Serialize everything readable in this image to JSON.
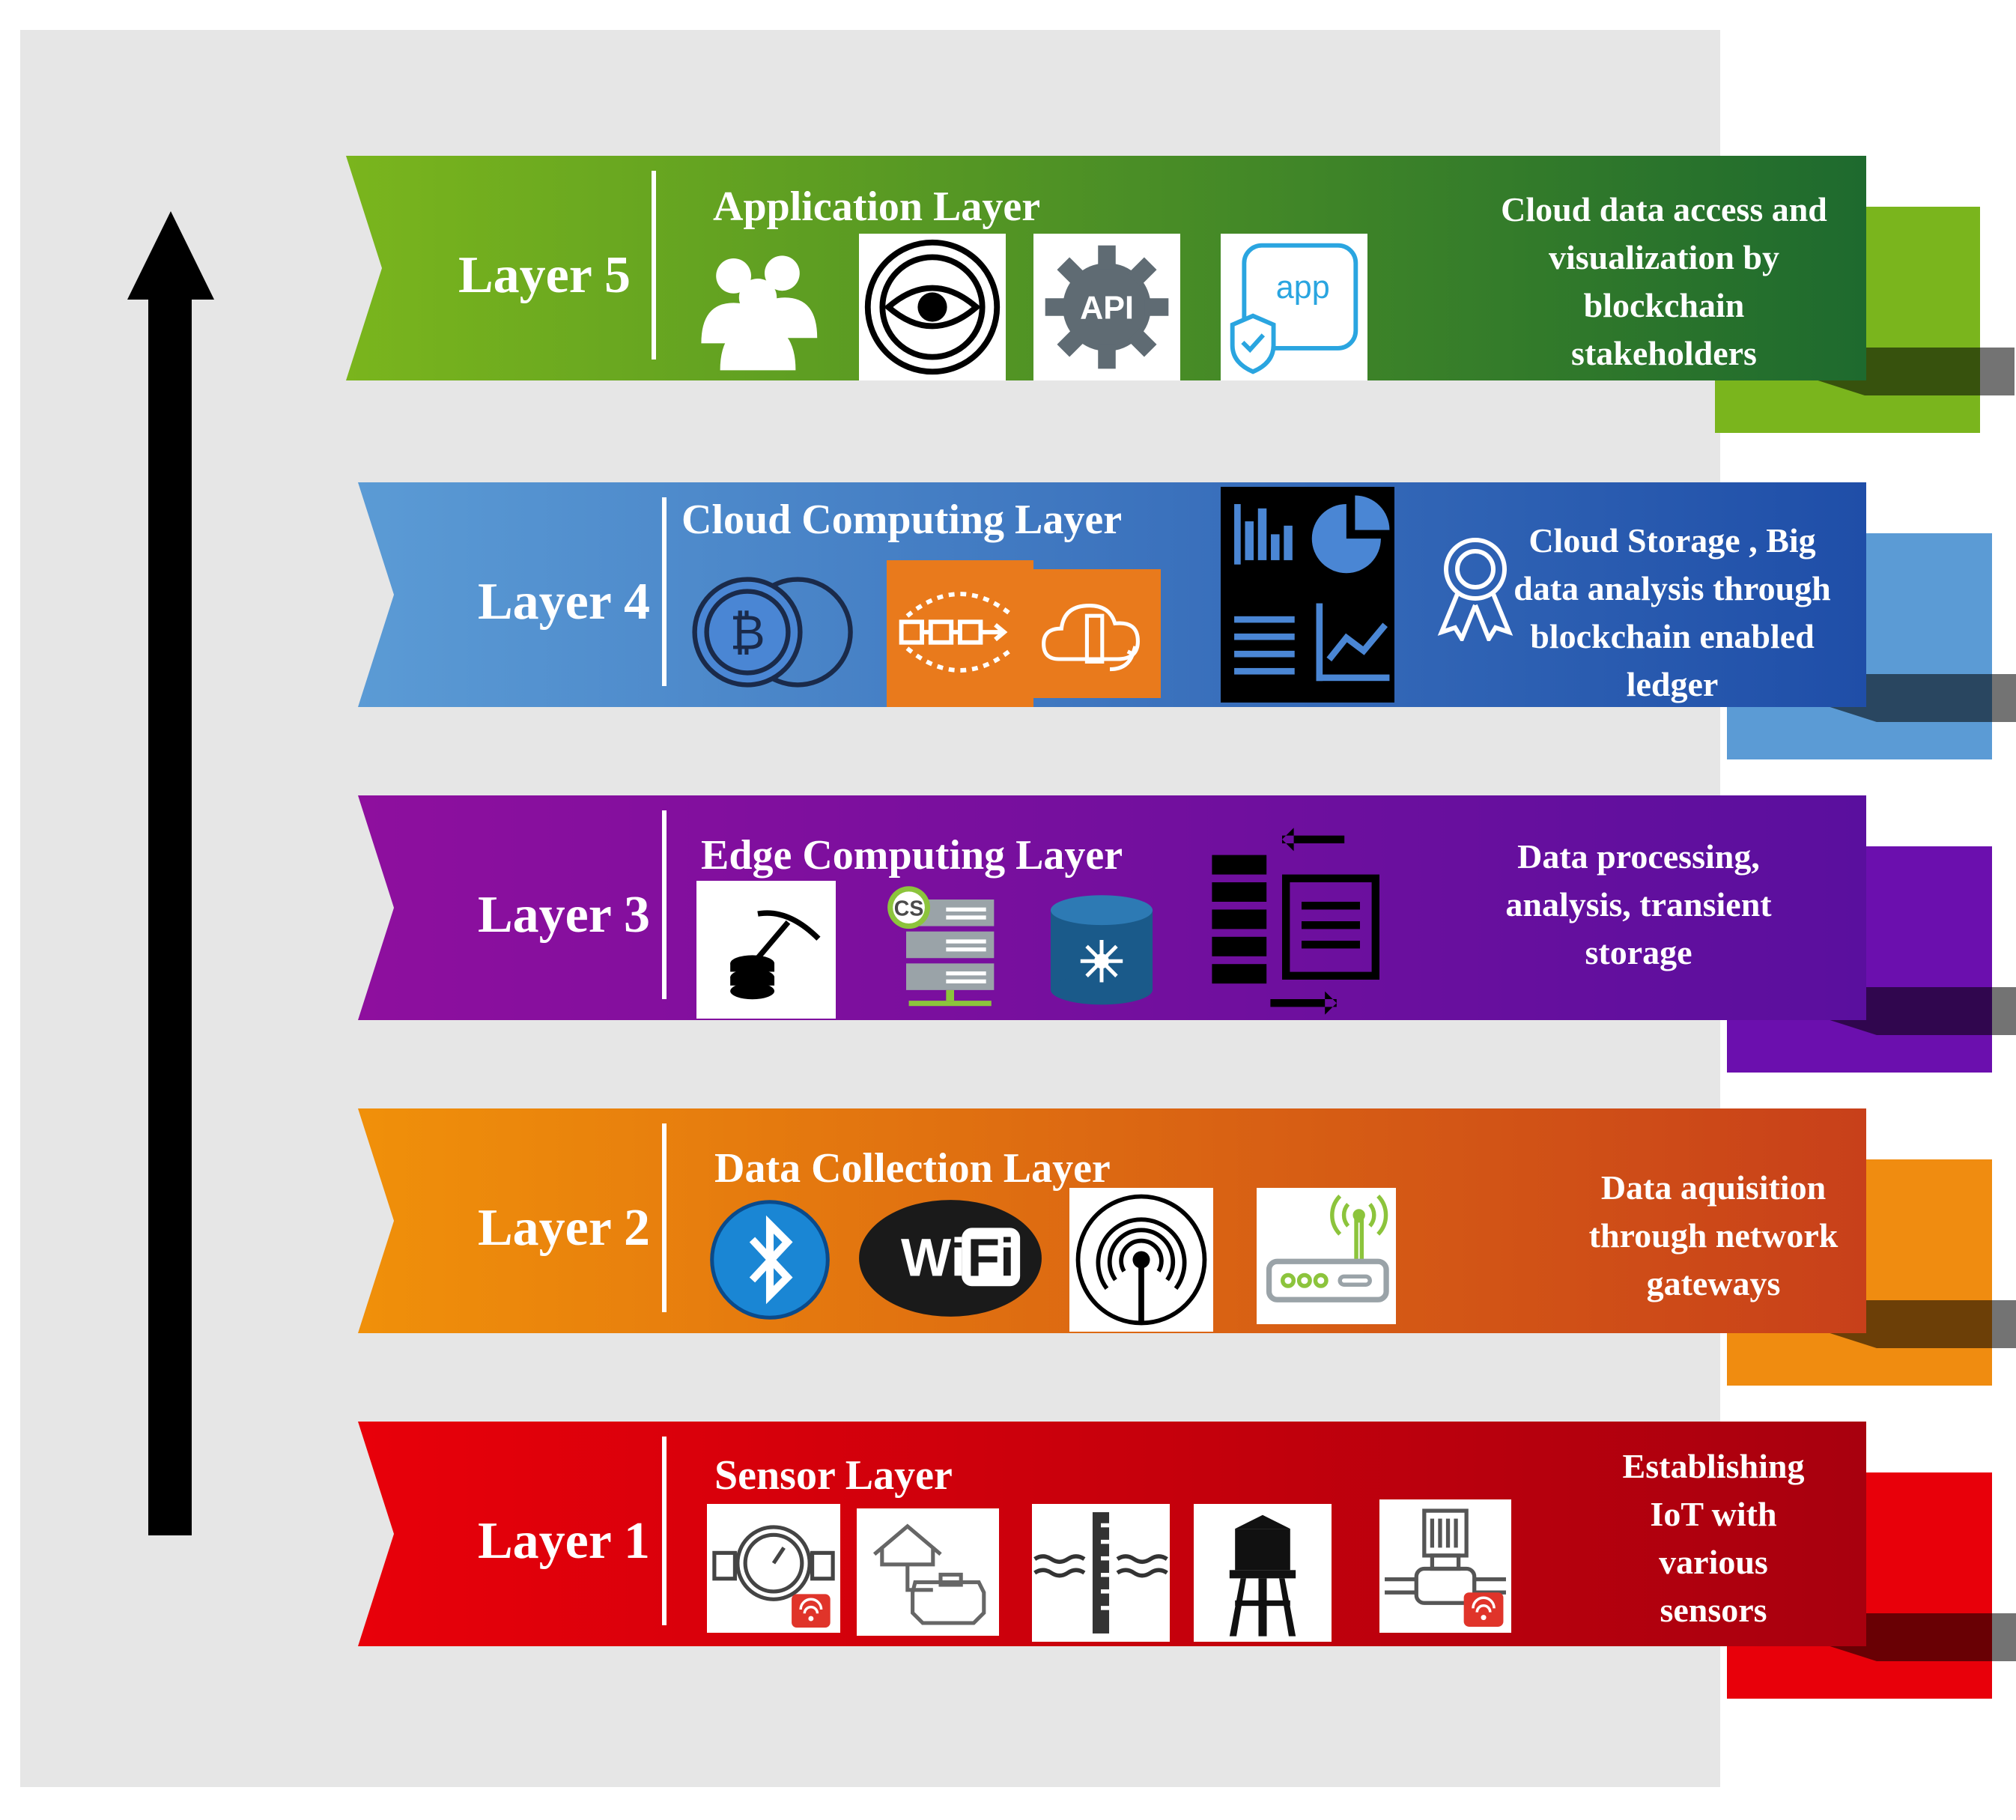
{
  "layers": [
    {
      "id": 5,
      "label": "Layer 5",
      "title": "Application Layer",
      "description": "Cloud data access and\nvisualization by\nblockchain\nstakeholders",
      "color_start": "#7ab51d",
      "color_end": "#1e6a2e",
      "fold_color": "#7ab51d",
      "icons": [
        "users-icon",
        "eye-icon",
        "api-gear-icon",
        "app-security-icon"
      ]
    },
    {
      "id": 4,
      "label": "Layer 4",
      "title": "Cloud Computing Layer",
      "description": "Cloud Storage , Big\ndata analysis through\nblockchain enabled\nledger",
      "color_start": "#5b9bd5",
      "color_end": "#1f4ea8",
      "fold_color": "#5b9bd5",
      "icons": [
        "bitcoin-coins-icon",
        "blockchain-icon",
        "cloud-server-icon",
        "analytics-dashboard-icon",
        "award-ribbon-icon"
      ]
    },
    {
      "id": 3,
      "label": "Layer 3",
      "title": "Edge Computing Layer",
      "description": "Data processing,\nanalysis, transient\nstorage",
      "color_start": "#8e0f9e",
      "color_end": "#5a0f9e",
      "fold_color": "#6b0fae",
      "icons": [
        "data-mining-icon",
        "cs-server-network-icon",
        "router-icon",
        "server-transfer-icon"
      ]
    },
    {
      "id": 2,
      "label": "Layer 2",
      "title": "Data Collection Layer",
      "description": "Data aquisition\nthrough network\ngateways",
      "color_start": "#f0900a",
      "color_end": "#c8401a",
      "fold_color": "#f08c10",
      "icons": [
        "bluetooth-icon",
        "wifi-logo-icon",
        "antenna-signal-icon",
        "wireless-router-icon"
      ]
    },
    {
      "id": 1,
      "label": "Layer 1",
      "title": "Sensor Layer",
      "description": "Establishing\nIoT with\nvarious\nsensors",
      "color_start": "#e8000a",
      "color_end": "#a8000e",
      "fold_color": "#e8000a",
      "icons": [
        "water-meter-icon",
        "septic-tank-icon",
        "water-level-gauge-icon",
        "water-tower-icon",
        "pump-icon"
      ]
    }
  ]
}
